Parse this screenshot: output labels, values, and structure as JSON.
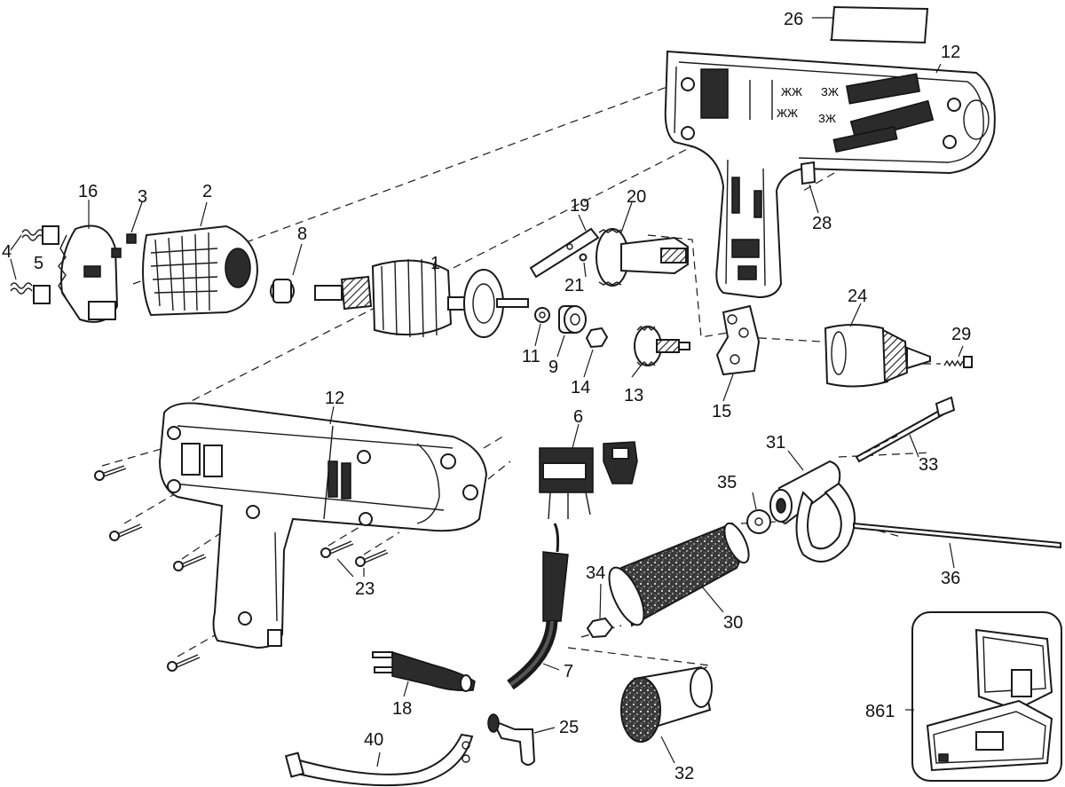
{
  "diagram": {
    "type": "exploded-parts-view",
    "palette": {
      "ink": "#1a1a1a",
      "paper": "#ffffff",
      "shade": "#2b2b2b"
    },
    "callouts": {
      "p1": "1",
      "p2": "2",
      "p3": "3",
      "p4": "4",
      "p5": "5",
      "p6": "6",
      "p7": "7",
      "p8": "8",
      "p9": "9",
      "p11": "11",
      "p12_top": "12",
      "p12_bottom": "12",
      "p13": "13",
      "p14": "14",
      "p15": "15",
      "p16": "16",
      "p18": "18",
      "p19": "19",
      "p20": "20",
      "p21": "21",
      "p23": "23",
      "p24": "24",
      "p25": "25",
      "p26": "26",
      "p28": "28",
      "p29": "29",
      "p30": "30",
      "p31": "31",
      "p32": "32",
      "p33": "33",
      "p34": "34",
      "p35": "35",
      "p36": "36",
      "p40": "40",
      "p861": "861"
    }
  }
}
